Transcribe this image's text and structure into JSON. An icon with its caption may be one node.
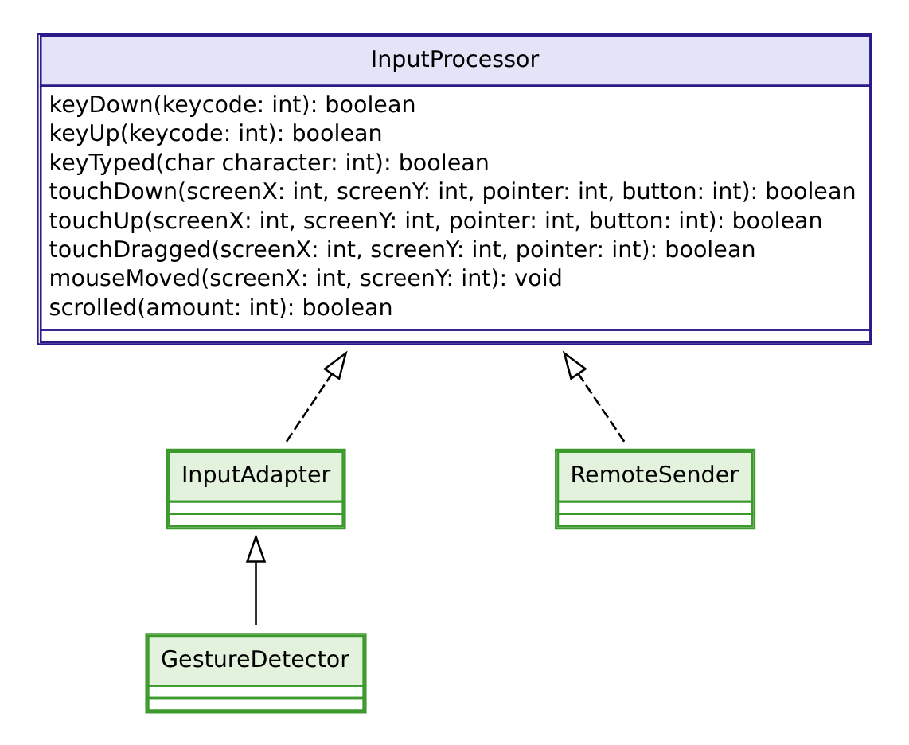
{
  "diagram": {
    "nodes": [
      {
        "text": [
          "InputProcessor",
          "keyDown(keycode: int): boolean",
          "keyUp(keycode: int): boolean",
          "keyTyped(char character: int): boolean",
          "touchDown(screenX: int, screenY: int, pointer: int, button: int): boolean",
          "touchUp(screenX: int, screenY: int, pointer: int, button: int): boolean",
          "touchDragged(screenX: int, screenY: int, pointer: int): boolean",
          "mouseMoved(screenX: int, screenY: int): void",
          "scrolled(amount: int): boolean"
        ]
      },
      {
        "text": [
          "InputAdapter"
        ]
      },
      {
        "text": [
          "RemoteSender"
        ]
      },
      {
        "text": [
          "GestureDetector"
        ]
      }
    ],
    "edges": [
      {
        "from": 1,
        "to": 0,
        "arrow": "to",
        "style": "dashed"
      },
      {
        "from": 2,
        "to": 0,
        "arrow": "to",
        "style": "dashed"
      },
      {
        "from": 3,
        "to": 1,
        "arrow": "to"
      }
    ]
  }
}
